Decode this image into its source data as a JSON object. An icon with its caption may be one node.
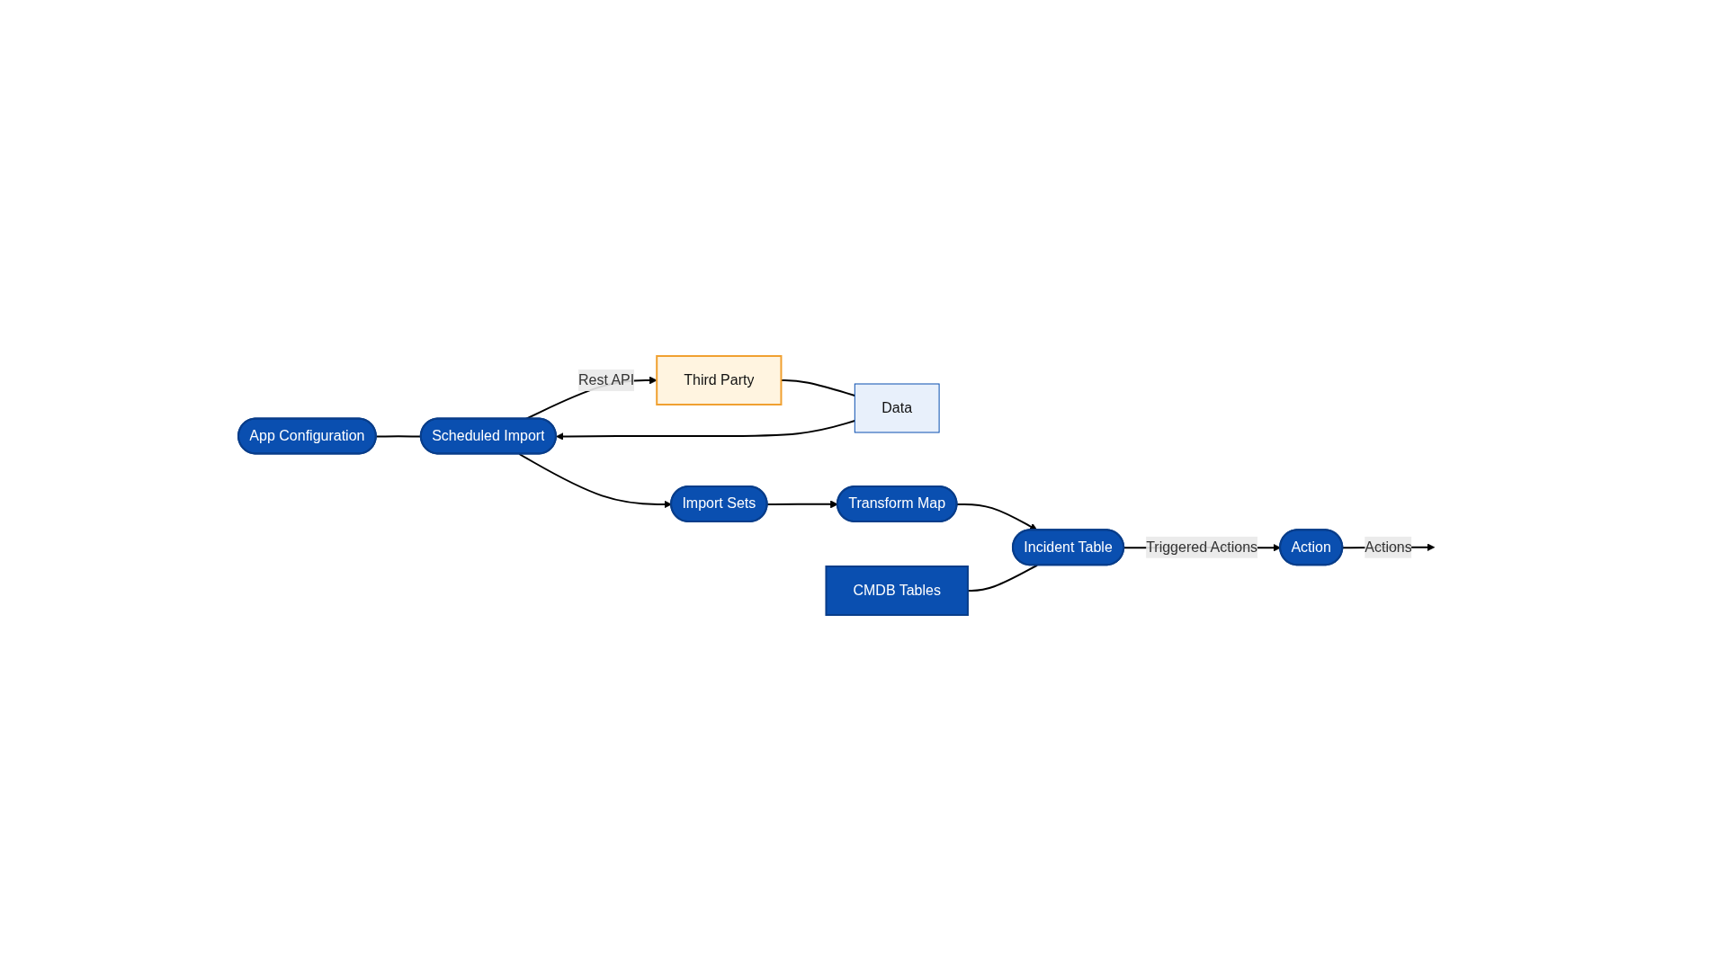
{
  "diagram": {
    "nodes": [
      {
        "text": [
          "App Configuration"
        ]
      },
      {
        "text": [
          "Third Party"
        ]
      },
      {
        "text": [
          "Data"
        ]
      },
      {
        "text": [
          "Scheduled Import"
        ]
      },
      {
        "text": [
          "Import Sets"
        ]
      },
      {
        "text": [
          "CMDB Tables"
        ]
      },
      {
        "text": [
          "Transform Map"
        ]
      },
      {
        "text": [
          "Incident Table"
        ]
      },
      {
        "text": [
          "Action"
        ]
      }
    ],
    "edges": [
      {
        "from": 0,
        "to": 3,
        "arrow": "none"
      },
      {
        "from": 3,
        "to": 1,
        "arrow": "to",
        "label": "Rest API"
      },
      {
        "from": 1,
        "to": 2,
        "arrow": "none"
      },
      {
        "from": 2,
        "to": 3,
        "arrow": "to"
      },
      {
        "from": 3,
        "to": 4,
        "arrow": "to"
      },
      {
        "from": 4,
        "to": 6,
        "arrow": "to"
      },
      {
        "from": 6,
        "to": 7,
        "arrow": "to"
      },
      {
        "from": 5,
        "to": 7,
        "arrow": "none"
      },
      {
        "from": 7,
        "to": 8,
        "arrow": "to",
        "label": "Triggered Actions"
      },
      {
        "from": 8,
        "to": null,
        "arrow": "to",
        "label": "Actions"
      }
    ]
  }
}
